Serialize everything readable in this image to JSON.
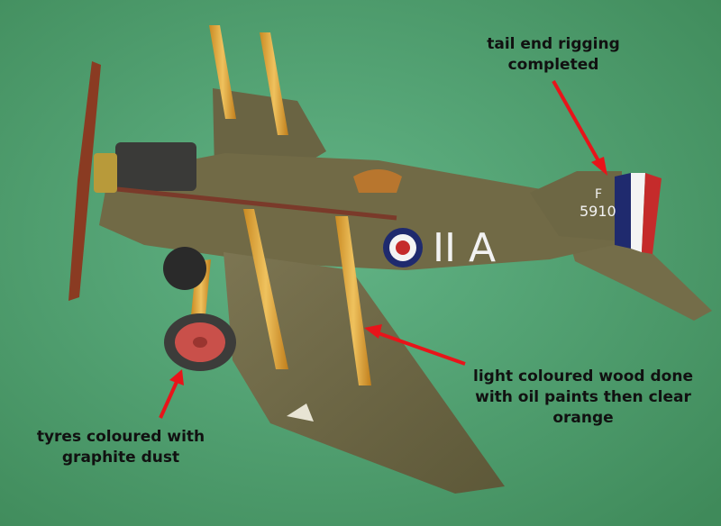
{
  "annotations": {
    "tail_rigging": {
      "line1": "tail end rigging",
      "line2": "completed"
    },
    "wood": {
      "line1": "light coloured wood done",
      "line2": "with oil paints then clear",
      "line3": "orange"
    },
    "tyres": {
      "line1": "tyres coloured with",
      "line2": "graphite dust"
    }
  },
  "aircraft_markings": {
    "serial_letter": "F",
    "serial_number": "5910",
    "fuselage_code": "II A"
  },
  "colors": {
    "background": "#4f9e6e",
    "olive_drab": "#6f6a45",
    "wood_strut": "#d9a23a",
    "arrow": "#e8141a",
    "roundel_blue": "#1f2a6e",
    "roundel_red": "#c52b2b",
    "propeller": "#8a3b22"
  }
}
